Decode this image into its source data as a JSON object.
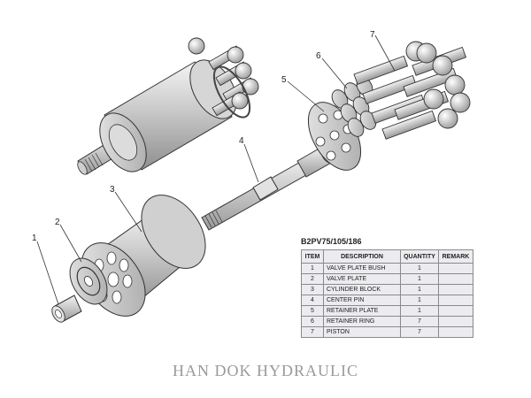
{
  "callouts": [
    "1",
    "2",
    "3",
    "4",
    "5",
    "6",
    "7"
  ],
  "parts_table": {
    "title": "B2PV75/105/186",
    "headers": [
      "ITEM",
      "DESCRIPTION",
      "QUANTITY",
      "REMARK"
    ],
    "rows": [
      {
        "item": "1",
        "description": "VALVE PLATE BUSH",
        "quantity": "1",
        "remark": ""
      },
      {
        "item": "2",
        "description": "VALVE PLATE",
        "quantity": "1",
        "remark": ""
      },
      {
        "item": "3",
        "description": "CYLINDER BLOCK",
        "quantity": "1",
        "remark": ""
      },
      {
        "item": "4",
        "description": "CENTER PIN",
        "quantity": "1",
        "remark": ""
      },
      {
        "item": "5",
        "description": "RETAINER PLATE",
        "quantity": "1",
        "remark": ""
      },
      {
        "item": "6",
        "description": "RETAINER RING",
        "quantity": "7",
        "remark": ""
      },
      {
        "item": "7",
        "description": "PISTON",
        "quantity": "7",
        "remark": ""
      }
    ]
  },
  "footer": "HAN DOK HYDRAULIC"
}
